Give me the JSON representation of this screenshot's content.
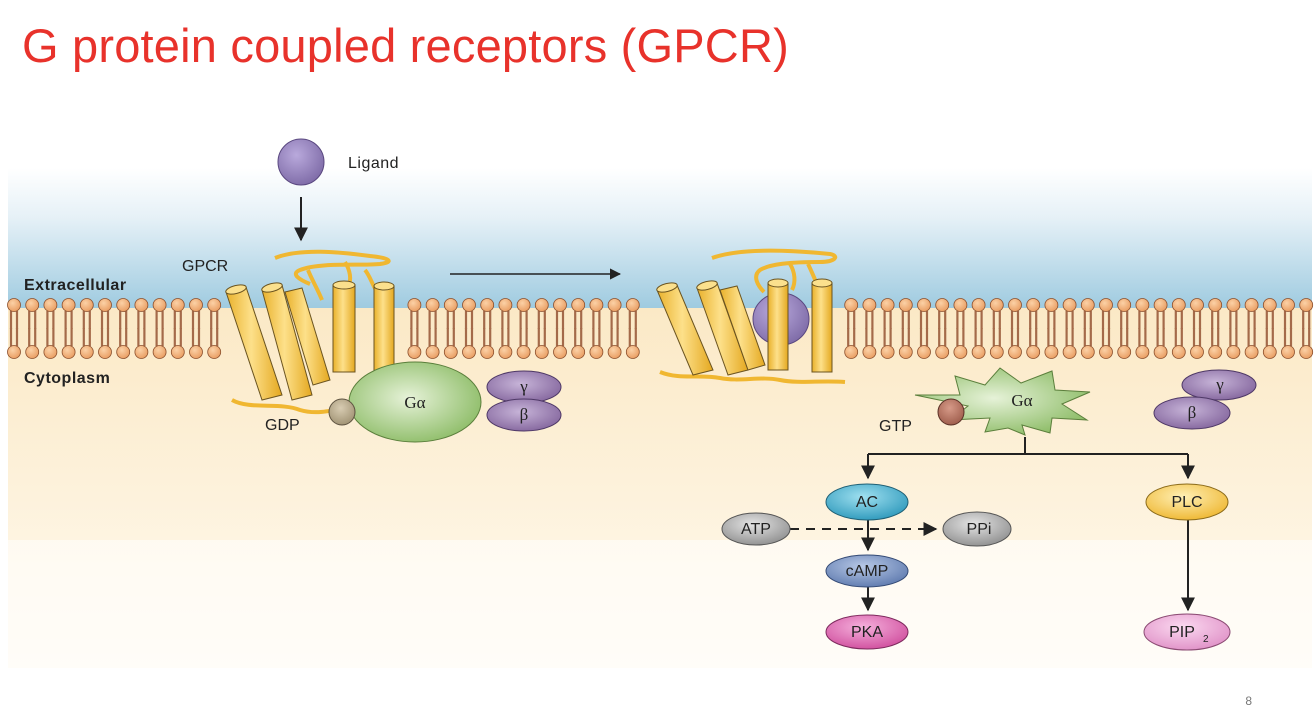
{
  "slide": {
    "title": "G protein coupled receptors (GPCR)",
    "page_number": "8"
  },
  "diagram": {
    "labels": {
      "ligand": "Ligand",
      "gpcr": "GPCR",
      "extracellular": "Extracellular",
      "cytoplasm": "Cytoplasm",
      "gdp": "GDP",
      "gtp": "GTP"
    },
    "inactive_complex": {
      "g_alpha": "Gα",
      "gamma": "γ",
      "beta": "β"
    },
    "active_complex": {
      "g_alpha": "Gα",
      "gamma": "γ",
      "beta": "β"
    },
    "pathway": {
      "ac": "AC",
      "atp": "ATP",
      "ppi": "PPi",
      "camp": "cAMP",
      "pka": "PKA",
      "plc": "PLC",
      "pip2": "PIP",
      "pip2_sub": "2"
    },
    "colors": {
      "title": "#e8322b",
      "extracellular_top": "#ffffff",
      "extracellular_bottom": "#9fcbe0",
      "cytoplasm": "#fcefd3",
      "helix": "#f5c842",
      "ligand": "#8a78b4",
      "g_alpha": "#8fbf6a",
      "beta_gamma": "#8a6aa0",
      "ac": "#3fa9c8",
      "camp": "#6a86bb",
      "pka": "#d65aa5",
      "plc": "#f3c24a",
      "pip2": "#e7a2d2",
      "nucleotide_gray": "#9a9a9a"
    }
  }
}
